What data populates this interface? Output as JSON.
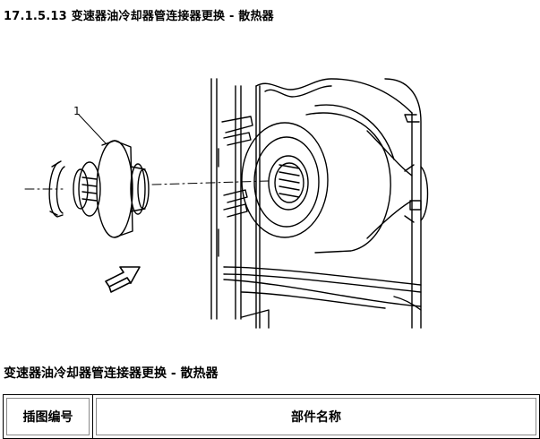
{
  "page": {
    "top_title": "17.1.5.13 变速器油冷却器管连接器更换 - 散热器",
    "section_title": "变速器油冷却器管连接器更换 - 散热器"
  },
  "figure": {
    "callout_number": "1"
  },
  "parts_table": {
    "columns": [
      "插图编号",
      "部件名称"
    ]
  }
}
